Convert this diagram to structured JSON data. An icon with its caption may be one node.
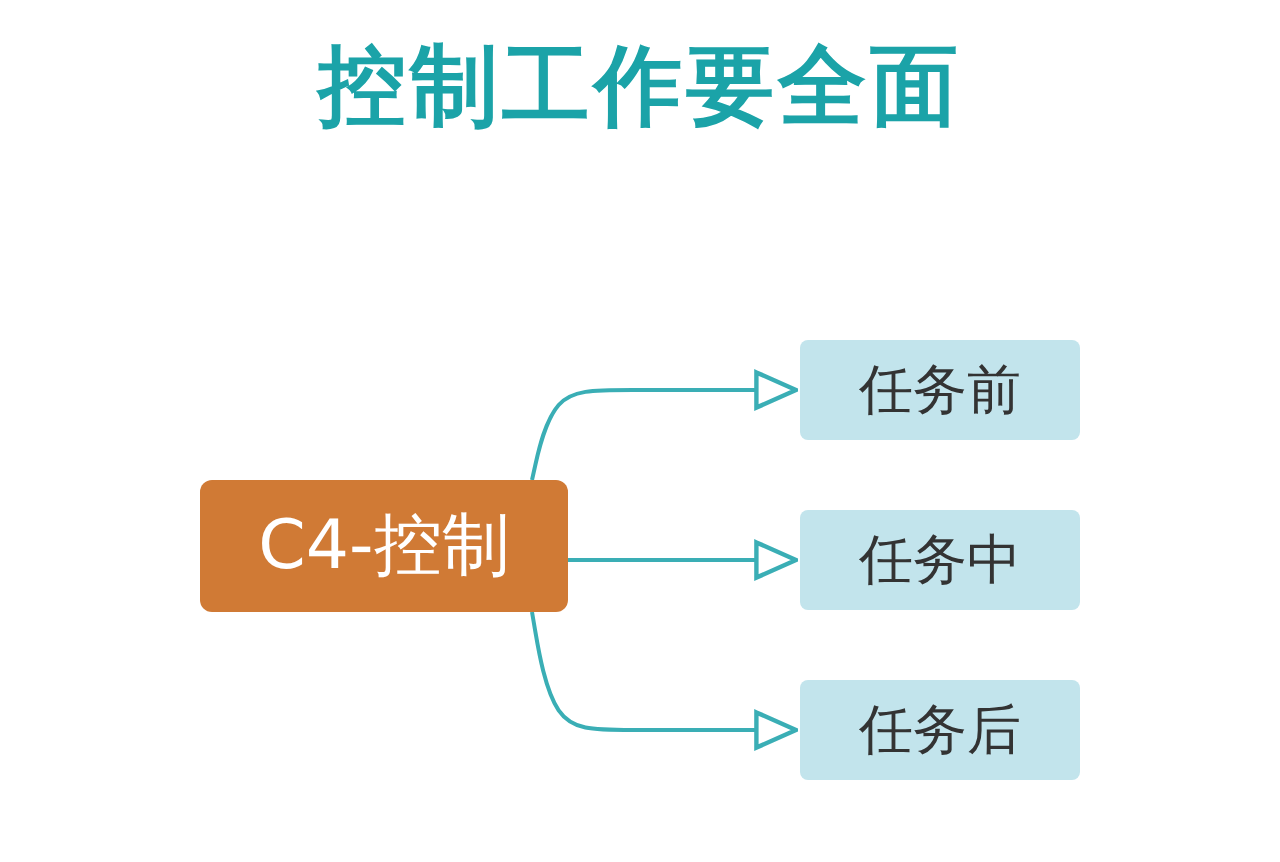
{
  "diagram": {
    "title": "控制工作要全面",
    "nodes": [
      {
        "text": [
          "C4-控制"
        ]
      },
      {
        "text": [
          "任务前"
        ]
      },
      {
        "text": [
          "任务中"
        ]
      },
      {
        "text": [
          "任务后"
        ]
      }
    ],
    "edges": [
      {
        "from": 0,
        "to": 1,
        "arrow": "to"
      },
      {
        "from": 0,
        "to": 2,
        "arrow": "to"
      },
      {
        "from": 0,
        "to": 3,
        "arrow": "to"
      }
    ]
  }
}
